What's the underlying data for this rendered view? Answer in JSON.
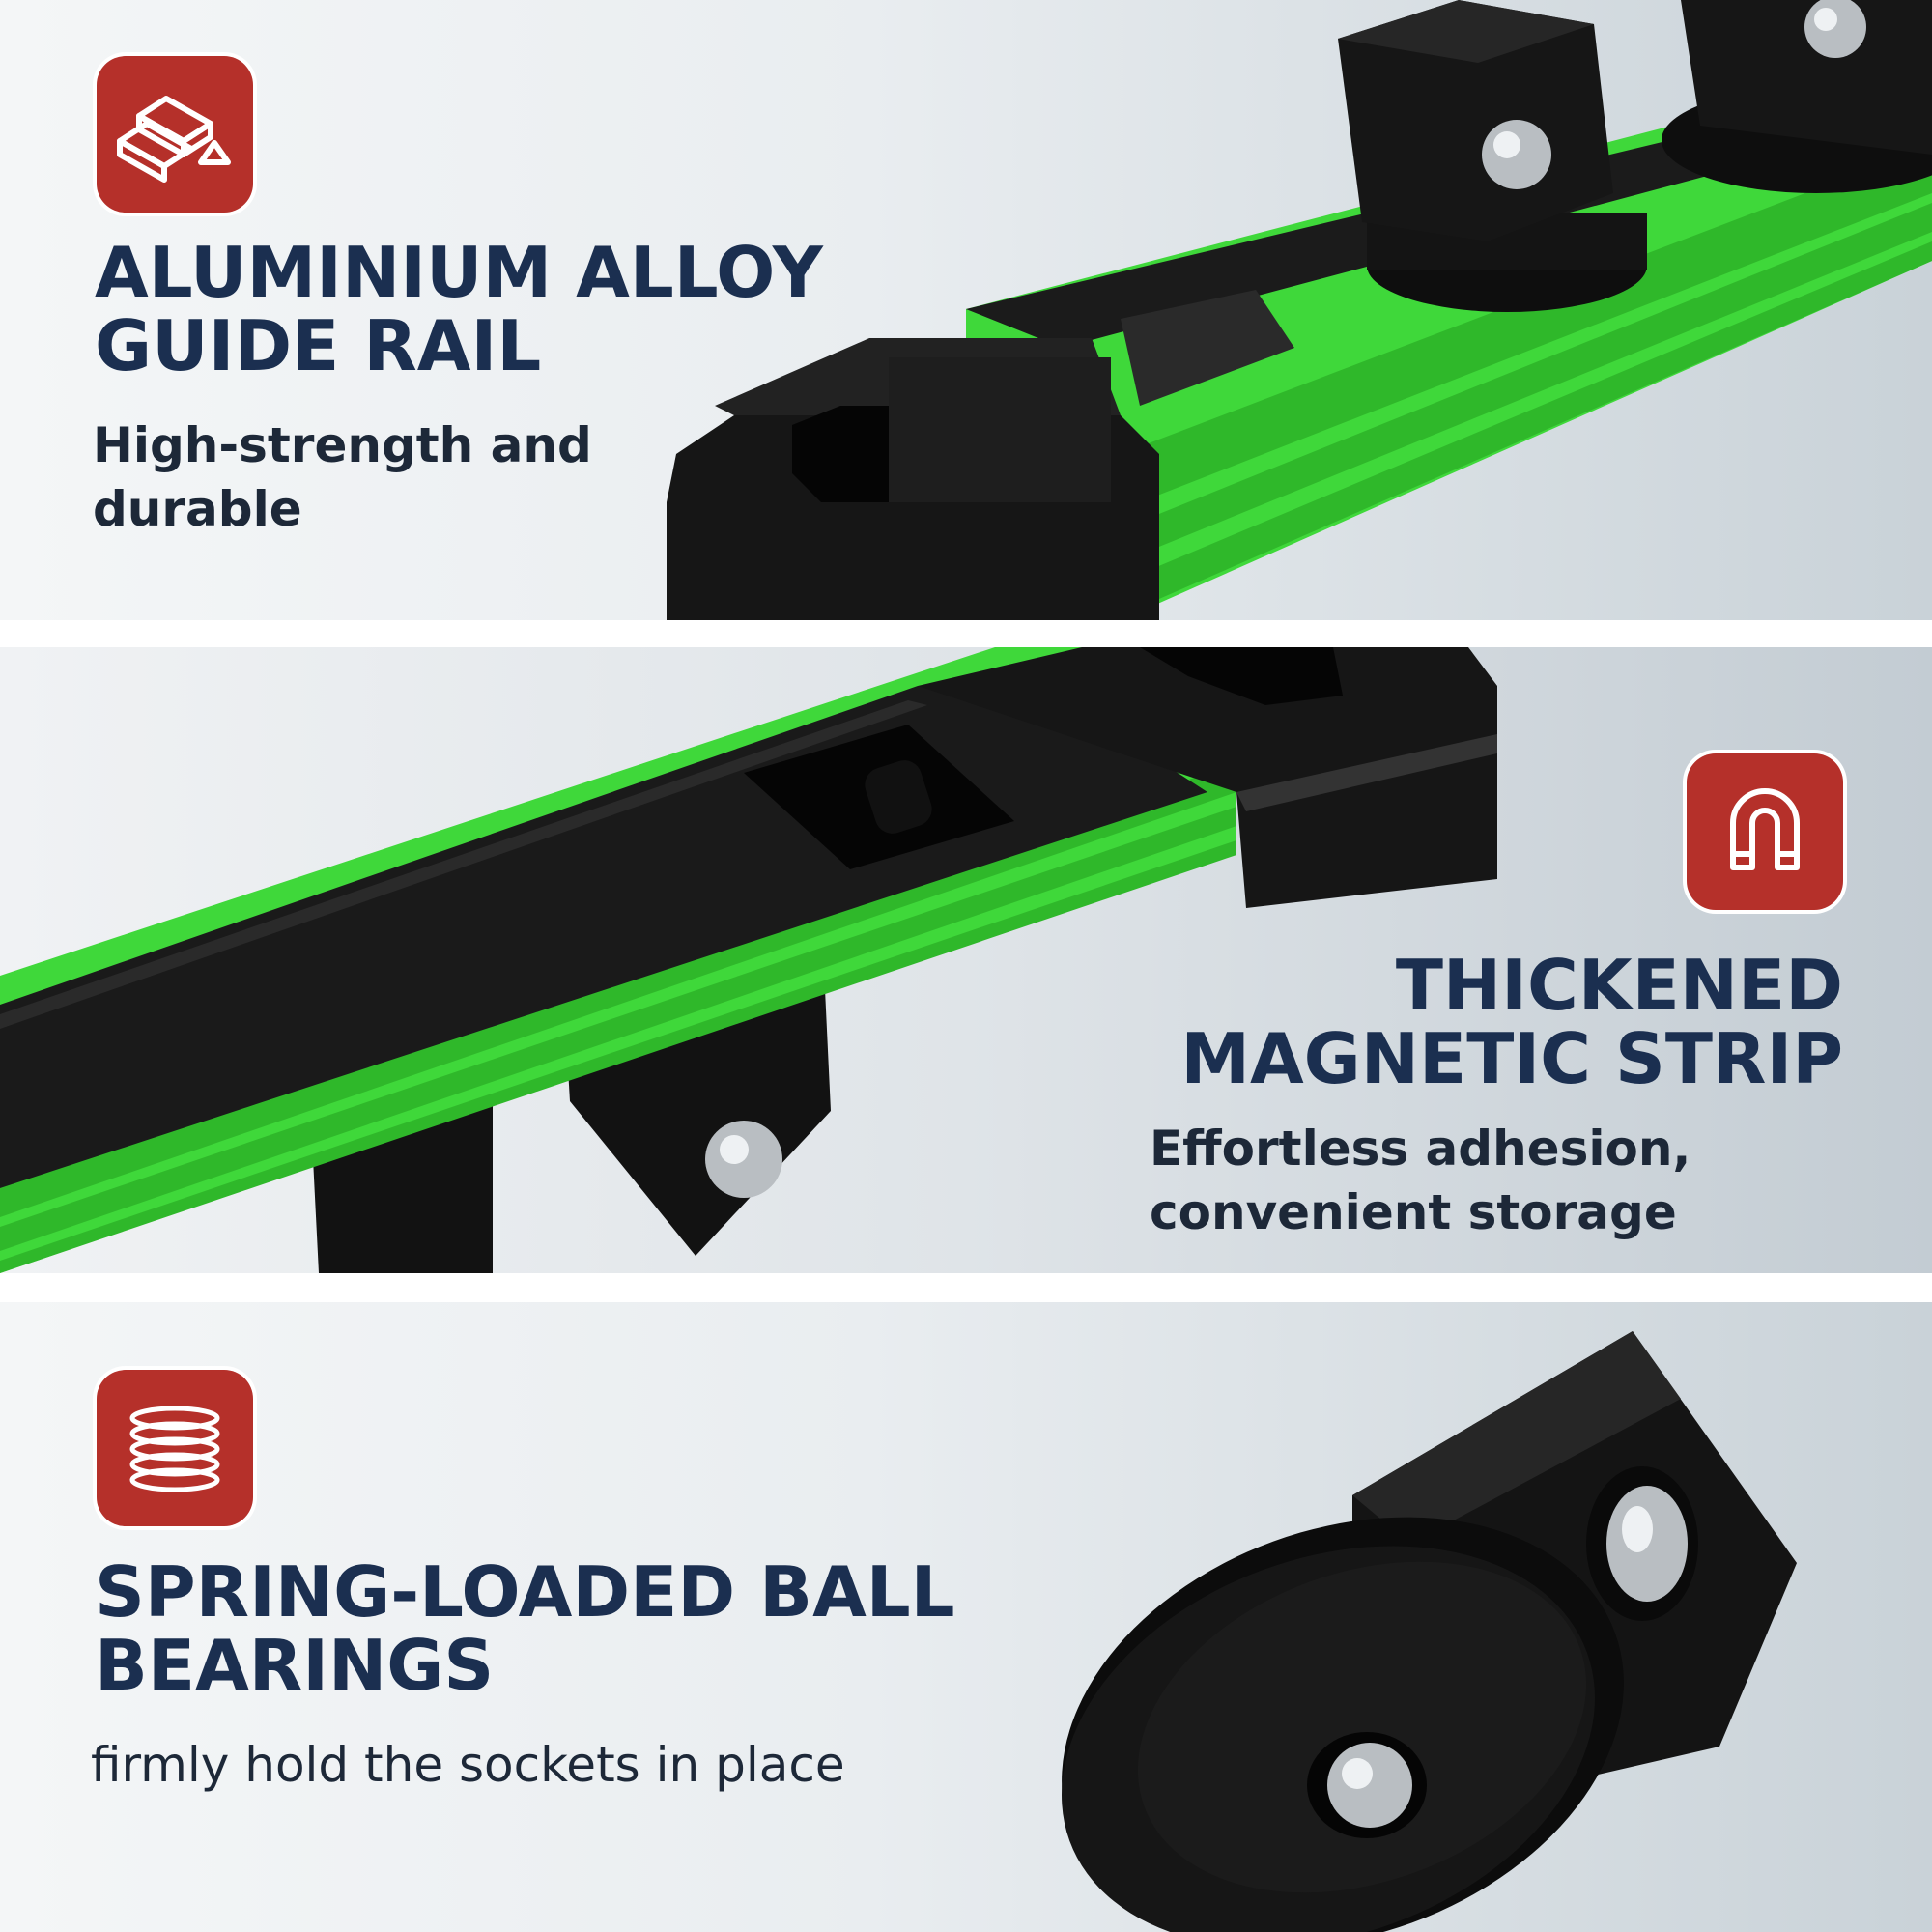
{
  "features": [
    {
      "icon": "metal-ingots-icon",
      "title_line1": "ALUMINIUM ALLOY",
      "title_line2": "GUIDE RAIL",
      "desc_line1": "High-strength and",
      "desc_line2": "durable"
    },
    {
      "icon": "magnet-icon",
      "title_line1": "THICKENED",
      "title_line2": "MAGNETIC STRIP",
      "desc_line1": "Effortless adhesion,",
      "desc_line2": "convenient storage"
    },
    {
      "icon": "coil-spring-icon",
      "title_line1": "SPRING-LOADED BALL",
      "title_line2": "BEARINGS",
      "desc_line1": "firmly hold the sockets in place"
    }
  ],
  "colors": {
    "badge": "#b5302a",
    "title": "#1b2f50",
    "rail_green": "#3fd83a",
    "hardware_black": "#151515"
  }
}
